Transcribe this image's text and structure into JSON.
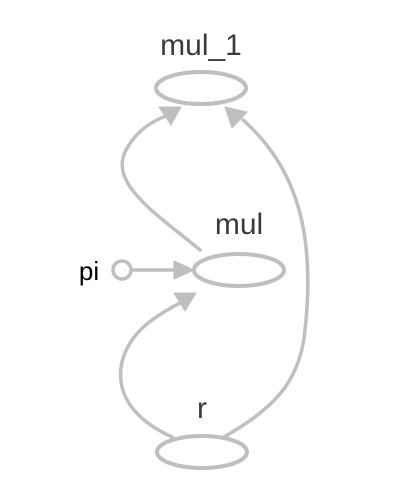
{
  "graph": {
    "nodes": [
      {
        "id": "mul_1",
        "label": "mul_1",
        "kind": "operation"
      },
      {
        "id": "mul",
        "label": "mul",
        "kind": "operation"
      },
      {
        "id": "pi",
        "label": "pi",
        "kind": "constant"
      },
      {
        "id": "r",
        "label": "r",
        "kind": "operation"
      }
    ],
    "edges": [
      {
        "from": "pi",
        "to": "mul"
      },
      {
        "from": "r",
        "to": "mul"
      },
      {
        "from": "mul",
        "to": "mul_1"
      },
      {
        "from": "r",
        "to": "mul_1"
      }
    ],
    "colors": {
      "stroke": "#bfbfbf",
      "label": "#3a3a3a",
      "const_label": "#000000",
      "background": "#ffffff"
    }
  }
}
